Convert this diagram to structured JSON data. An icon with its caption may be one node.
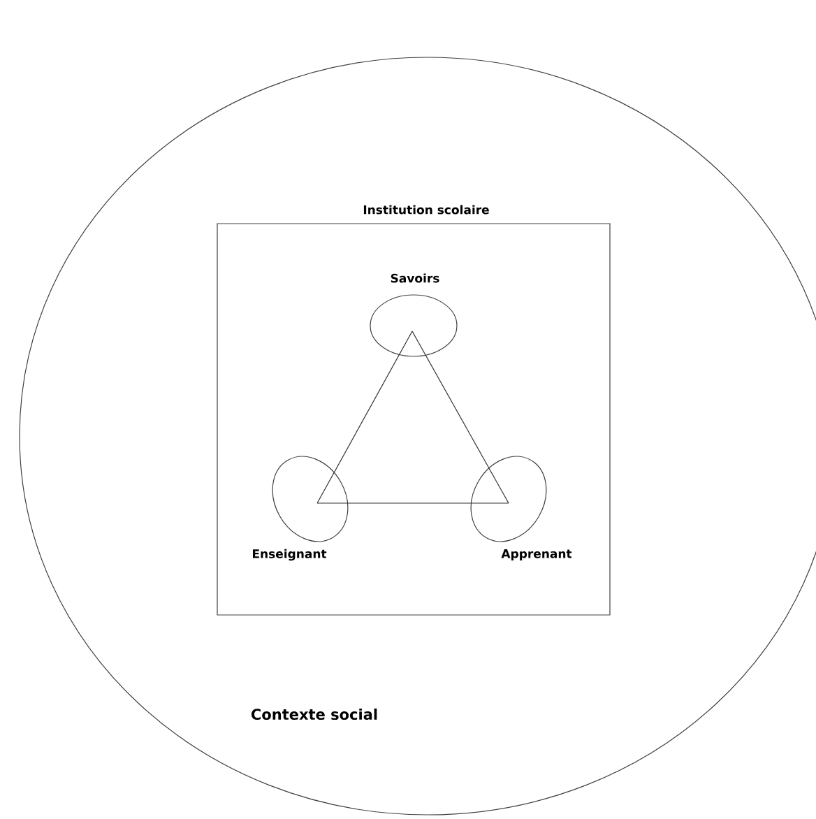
{
  "diagram": {
    "nodes": [
      {
        "text": [
          "Contexte social"
        ]
      },
      {
        "text": [
          "Institution scolaire"
        ],
        "in": 0
      },
      {
        "text": [
          "Savoirs"
        ],
        "in": 1
      },
      {
        "text": [
          "Enseignant"
        ],
        "in": 1
      },
      {
        "text": [
          "Apprenant"
        ],
        "in": 1
      }
    ],
    "edges": [
      {
        "from": 2,
        "to": 3,
        "arrow": "none"
      },
      {
        "from": 3,
        "to": 4,
        "arrow": "none"
      },
      {
        "from": 4,
        "to": 2,
        "arrow": "none"
      }
    ]
  }
}
